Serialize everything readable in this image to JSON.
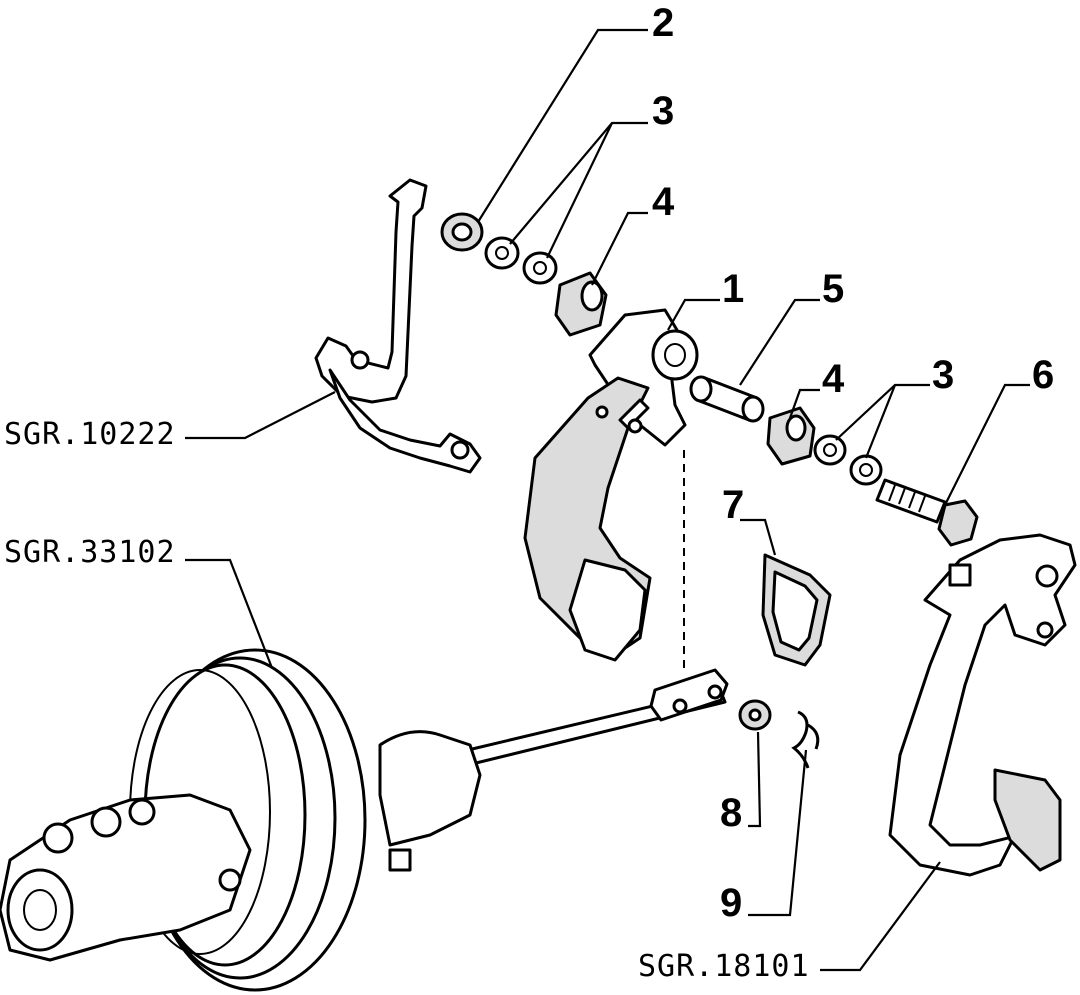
{
  "callouts": {
    "c1": "1",
    "c2": "2",
    "c3a": "3",
    "c3b": "3",
    "c4a": "4",
    "c4b": "4",
    "c5": "5",
    "c6": "6",
    "c7": "7",
    "c8": "8",
    "c9": "9"
  },
  "references": {
    "r10222": "SGR.10222",
    "r33102": "SGR.33102",
    "r18101": "SGR.18101"
  }
}
